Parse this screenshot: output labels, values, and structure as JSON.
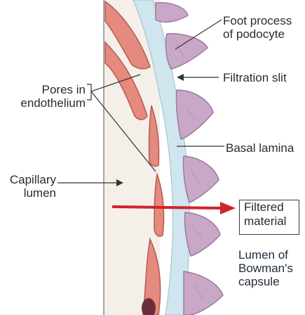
{
  "labels": {
    "foot_process": [
      "Foot process",
      "of podocyte"
    ],
    "filtration_slit": "Filtration slit",
    "pores": [
      "Pores in",
      "endothelium"
    ],
    "basal_lamina": "Basal lamina",
    "capillary_lumen": [
      "Capillary",
      "lumen"
    ],
    "filtered_material": [
      "Filtered",
      "material"
    ],
    "bowman": [
      "Lumen of",
      "Bowman's",
      "capsule"
    ]
  },
  "colors": {
    "endothelium": "#e58a7e",
    "endothelium_edge": "#b85a52",
    "basal_lamina": "#cfe6ee",
    "podocyte": "#c9a7c7",
    "podocyte_edge": "#9a7aa0",
    "arrow": "#d1232a",
    "leader": "#333333"
  }
}
